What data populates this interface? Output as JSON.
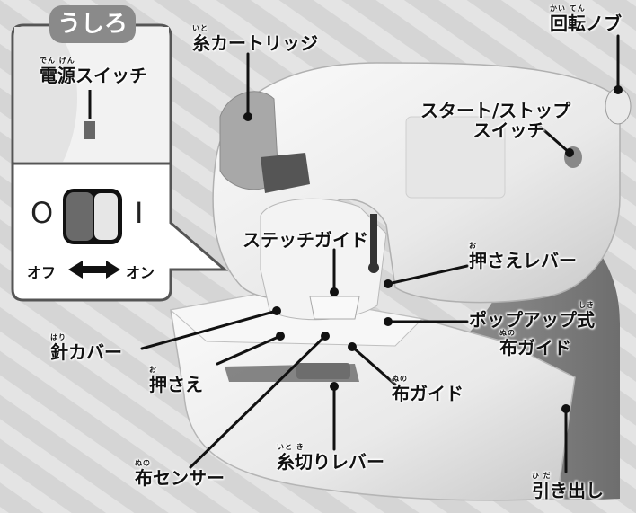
{
  "inset": {
    "title": "うしろ",
    "power_switch": {
      "ruby": "でん げん",
      "label": "電源スイッチ"
    },
    "off_symbol": "O",
    "on_symbol": "I",
    "off_label": "オフ",
    "on_label": "オン"
  },
  "labels": {
    "thread_cartridge": {
      "ruby": "いと",
      "label": "糸カートリッジ"
    },
    "rotary_knob": {
      "ruby": "かい てん",
      "label": "回転ノブ"
    },
    "start_stop_switch": {
      "ruby": "",
      "label1": "スタート/ストップ",
      "label2": "スイッチ"
    },
    "stitch_guide": {
      "ruby": "",
      "label": "ステッチガイド"
    },
    "presser_lever": {
      "ruby": "お",
      "label": "押さえレバー"
    },
    "popup_fabric_guide": {
      "ruby1": "しき",
      "label1": "ポップアップ式",
      "ruby2": "ぬの",
      "label2": "布ガイド"
    },
    "needle_cover": {
      "ruby": "はり",
      "label": "針カバー"
    },
    "presser_foot": {
      "ruby": "お",
      "label": "押さえ"
    },
    "fabric_guide": {
      "ruby": "ぬの",
      "label": "布ガイド"
    },
    "thread_cutter_lever": {
      "ruby": "いと き",
      "label": "糸切りレバー"
    },
    "fabric_sensor": {
      "ruby": "ぬの",
      "label": "布センサー"
    },
    "drawer": {
      "ruby": "ひ だ",
      "label": "引き出し"
    }
  },
  "colors": {
    "background": "#d7d7d7",
    "machine_body": "#f2f2f2",
    "machine_shadow": "#bcbcbc",
    "dark_gray": "#7a7a7a",
    "inset_bg": "#ffffff",
    "inset_border": "#555555"
  }
}
